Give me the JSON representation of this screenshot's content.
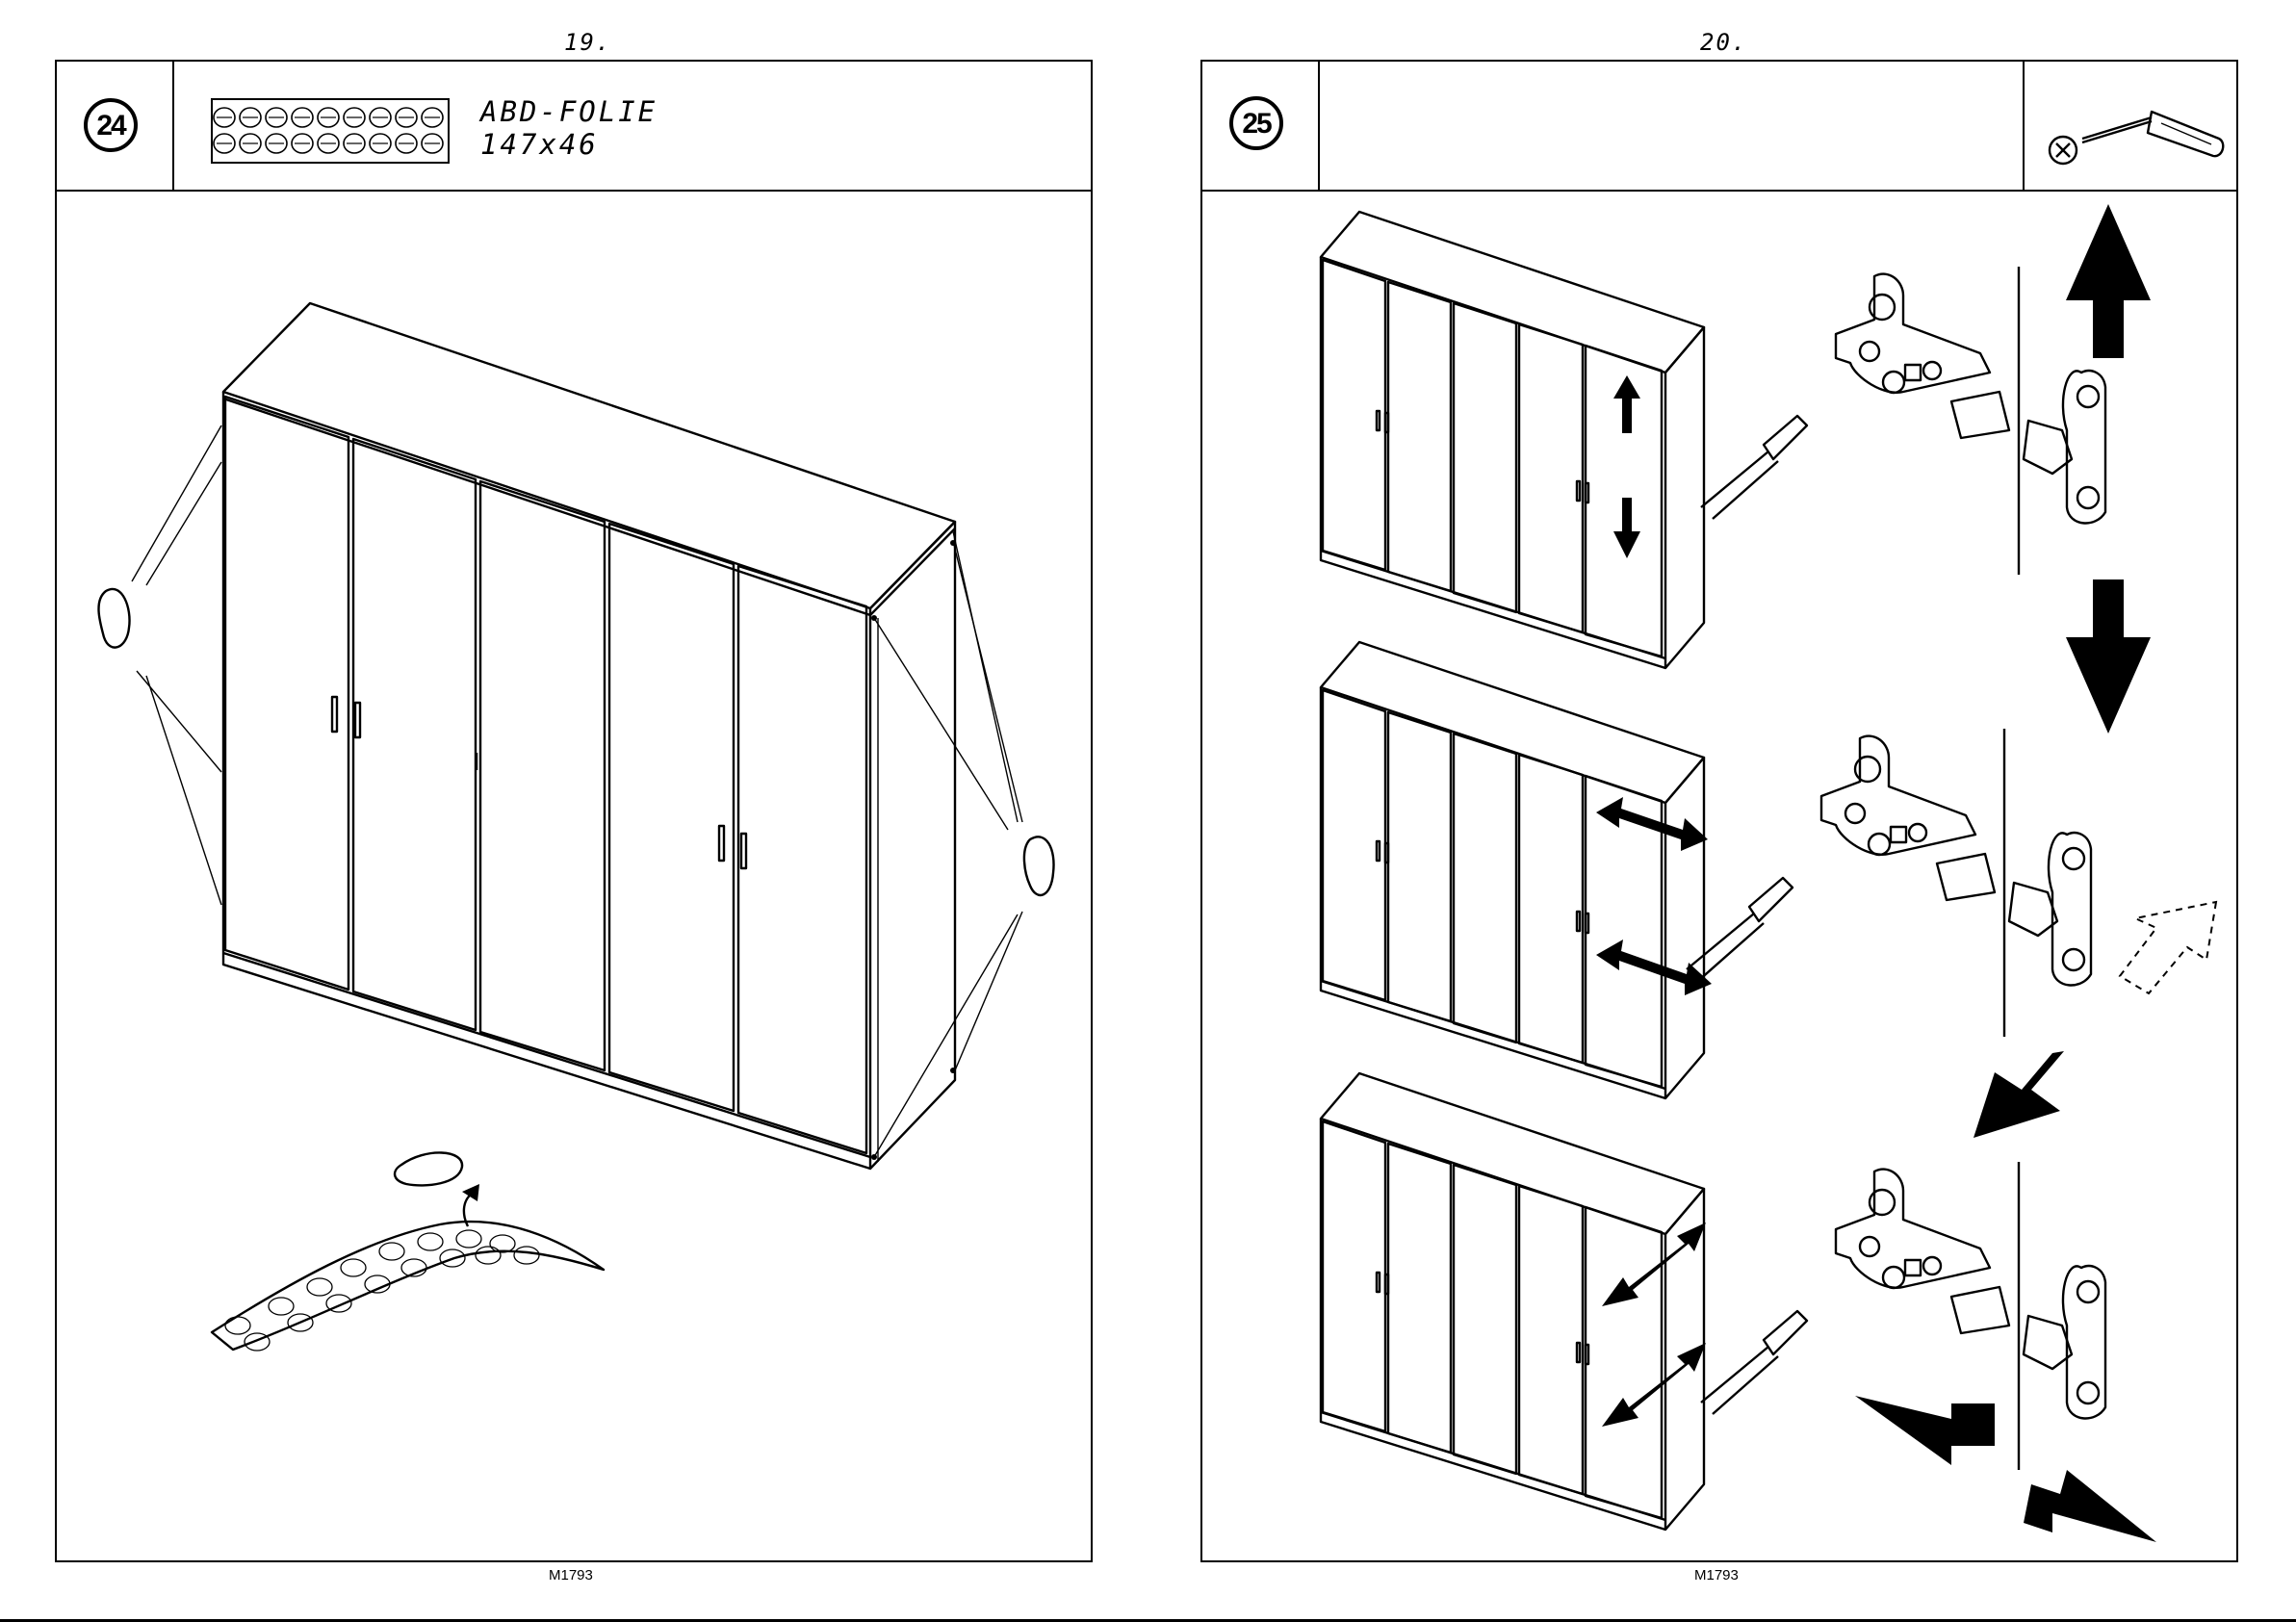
{
  "left_page": {
    "page_number": "19.",
    "step": "24",
    "part": {
      "name": "ABD-FOLIE",
      "size": "147x46"
    },
    "footer": "M1793"
  },
  "right_page": {
    "page_number": "20.",
    "step": "25",
    "tool_icon": "phillips-screwdriver-icon",
    "footer": "M1793"
  }
}
